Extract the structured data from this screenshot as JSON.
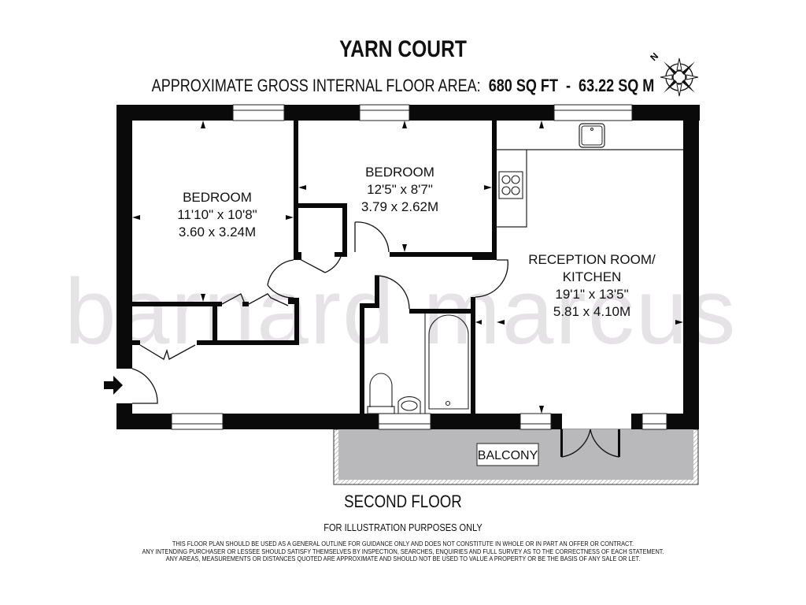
{
  "header": {
    "title": "YARN COURT",
    "area_prefix": "APPROXIMATE GROSS INTERNAL FLOOR AREA:",
    "area_sqft": "680 SQ FT",
    "area_sep": "-",
    "area_sqm": "63.22 SQ M"
  },
  "compass": {
    "north_label": "N",
    "icon": "compass-rose-icon"
  },
  "watermark": "barnard marcus",
  "rooms": [
    {
      "name": "BEDROOM",
      "imperial": "11'10\" x 10'8\"",
      "metric": "3.60 x 3.24M"
    },
    {
      "name": "BEDROOM",
      "imperial": "12'5\" x 8'7\"",
      "metric": "3.79 x 2.62M"
    },
    {
      "name_line1": "RECEPTION ROOM/",
      "name_line2": "KITCHEN",
      "imperial": "19'1\" x 13'5\"",
      "metric": "5.81 x 4.10M"
    }
  ],
  "balcony": {
    "label": "BALCONY"
  },
  "entrance": {
    "icon": "entrance-arrow-icon"
  },
  "footer": {
    "floor": "SECOND FLOOR",
    "illustration_note": "FOR ILLUSTRATION PURPOSES ONLY",
    "disclaimer": [
      "THIS FLOOR PLAN SHOULD BE USED AS A GENERAL OUTLINE FOR GUIDANCE ONLY AND DOES NOT CONSTITUTE IN WHOLE OR IN PART AN OFFER OR CONTRACT.",
      "ANY INTENDING PURCHASER OR LESSEE SHOULD SATISFY THEMSELVES BY INSPECTION, SEARCHES, ENQUIRIES AND FULL SURVEY AS TO THE CORRECTNESS OF EACH STATEMENT.",
      "ANY AREAS, MEASUREMENTS OR DISTANCES QUOTED ARE APPROXIMATE AND SHOULD NOT BE USED TO VALUE A PROPERTY OR BE THE BASIS OF ANY SALE OR LET."
    ]
  },
  "colors": {
    "wall": "#0a0a0a",
    "balcony_fill": "#b9b8bb",
    "watermark": "#e6e3e6",
    "background": "#ffffff"
  }
}
